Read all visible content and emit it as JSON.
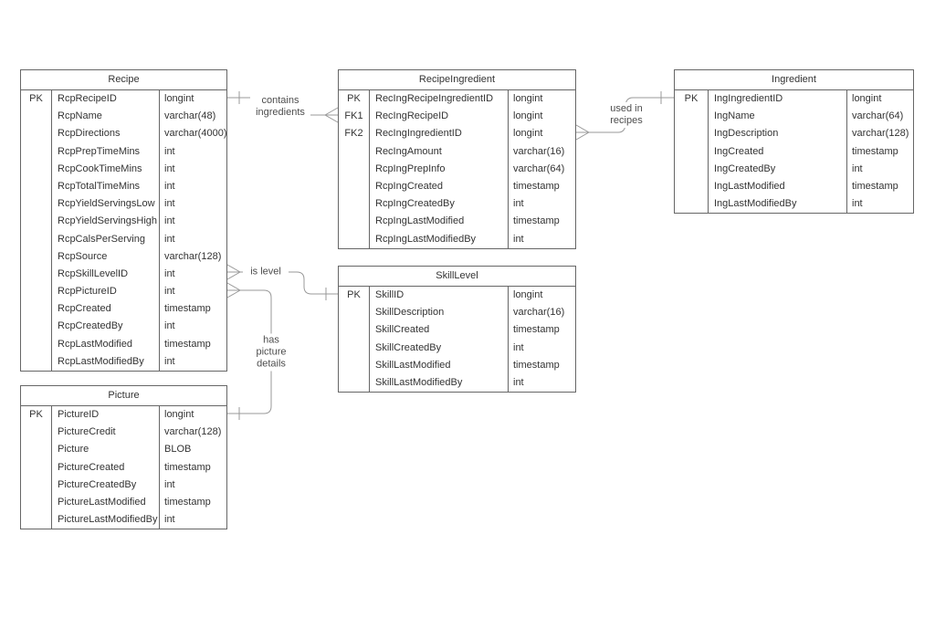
{
  "diagram": {
    "colors": {
      "table_border": "#666666",
      "connector_line": "#999999",
      "text": "#333333",
      "label_text": "#4d4d4d",
      "background": "#ffffff"
    },
    "tables": [
      {
        "name": "Recipe",
        "rows": [
          {
            "key": "PK",
            "field": "RcpRecipeID",
            "type": "longint"
          },
          {
            "key": "",
            "field": "RcpName",
            "type": "varchar(48)"
          },
          {
            "key": "",
            "field": "RcpDirections",
            "type": "varchar(4000)"
          },
          {
            "key": "",
            "field": "RcpPrepTimeMins",
            "type": "int"
          },
          {
            "key": "",
            "field": "RcpCookTimeMins",
            "type": "int"
          },
          {
            "key": "",
            "field": "RcpTotalTimeMins",
            "type": "int"
          },
          {
            "key": "",
            "field": "RcpYieldServingsLow",
            "type": "int"
          },
          {
            "key": "",
            "field": "RcpYieldServingsHigh",
            "type": "int"
          },
          {
            "key": "",
            "field": "RcpCalsPerServing",
            "type": "int"
          },
          {
            "key": "",
            "field": "RcpSource",
            "type": "varchar(128)"
          },
          {
            "key": "",
            "field": "RcpSkillLevelID",
            "type": "int"
          },
          {
            "key": "",
            "field": "RcpPictureID",
            "type": "int"
          },
          {
            "key": "",
            "field": "RcpCreated",
            "type": "timestamp"
          },
          {
            "key": "",
            "field": "RcpCreatedBy",
            "type": "int"
          },
          {
            "key": "",
            "field": "RcpLastModified",
            "type": "timestamp"
          },
          {
            "key": "",
            "field": "RcpLastModifiedBy",
            "type": "int"
          }
        ]
      },
      {
        "name": "RecipeIngredient",
        "rows": [
          {
            "key": "PK",
            "field": "RecIngRecipeIngredientID",
            "type": "longint"
          },
          {
            "key": "FK1",
            "field": "RecIngRecipeID",
            "type": "longint"
          },
          {
            "key": "FK2",
            "field": "RecIngIngredientID",
            "type": "longint"
          },
          {
            "key": "",
            "field": "RecIngAmount",
            "type": "varchar(16)"
          },
          {
            "key": "",
            "field": "RcpIngPrepInfo",
            "type": "varchar(64)"
          },
          {
            "key": "",
            "field": "RcpIngCreated",
            "type": "timestamp"
          },
          {
            "key": "",
            "field": "RcpIngCreatedBy",
            "type": "int"
          },
          {
            "key": "",
            "field": "RcpIngLastModified",
            "type": "timestamp"
          },
          {
            "key": "",
            "field": "RcpIngLastModifiedBy",
            "type": "int"
          }
        ]
      },
      {
        "name": "Ingredient",
        "rows": [
          {
            "key": "PK",
            "field": "IngIngredientID",
            "type": "longint"
          },
          {
            "key": "",
            "field": "IngName",
            "type": "varchar(64)"
          },
          {
            "key": "",
            "field": "IngDescription",
            "type": "varchar(128)"
          },
          {
            "key": "",
            "field": "IngCreated",
            "type": "timestamp"
          },
          {
            "key": "",
            "field": "IngCreatedBy",
            "type": "int"
          },
          {
            "key": "",
            "field": "IngLastModified",
            "type": "timestamp"
          },
          {
            "key": "",
            "field": "IngLastModifiedBy",
            "type": "int"
          }
        ]
      },
      {
        "name": "SkillLevel",
        "rows": [
          {
            "key": "PK",
            "field": "SkillID",
            "type": "longint"
          },
          {
            "key": "",
            "field": "SkillDescription",
            "type": "varchar(16)"
          },
          {
            "key": "",
            "field": "SkillCreated",
            "type": "timestamp"
          },
          {
            "key": "",
            "field": "SkillCreatedBy",
            "type": "int"
          },
          {
            "key": "",
            "field": "SkillLastModified",
            "type": "timestamp"
          },
          {
            "key": "",
            "field": "SkillLastModifiedBy",
            "type": "int"
          }
        ]
      },
      {
        "name": "Picture",
        "rows": [
          {
            "key": "PK",
            "field": "PictureID",
            "type": "longint"
          },
          {
            "key": "",
            "field": "PictureCredit",
            "type": "varchar(128)"
          },
          {
            "key": "",
            "field": "Picture",
            "type": "BLOB"
          },
          {
            "key": "",
            "field": "PictureCreated",
            "type": "timestamp"
          },
          {
            "key": "",
            "field": "PictureCreatedBy",
            "type": "int"
          },
          {
            "key": "",
            "field": "PictureLastModified",
            "type": "timestamp"
          },
          {
            "key": "",
            "field": "PictureLastModifiedBy",
            "type": "int"
          }
        ]
      }
    ],
    "relationships": [
      {
        "label": "contains ingredients",
        "from": "Recipe",
        "to": "RecipeIngredient",
        "from_cardinality": "one",
        "to_cardinality": "many"
      },
      {
        "label": "used in recipes",
        "from": "RecipeIngredient",
        "to": "Ingredient",
        "from_cardinality": "many",
        "to_cardinality": "one"
      },
      {
        "label": "is level",
        "from": "Recipe",
        "to": "SkillLevel",
        "from_cardinality": "many",
        "to_cardinality": "one"
      },
      {
        "label": "has picture details",
        "from": "Recipe",
        "to": "Picture",
        "from_cardinality": "many",
        "to_cardinality": "one"
      }
    ]
  }
}
